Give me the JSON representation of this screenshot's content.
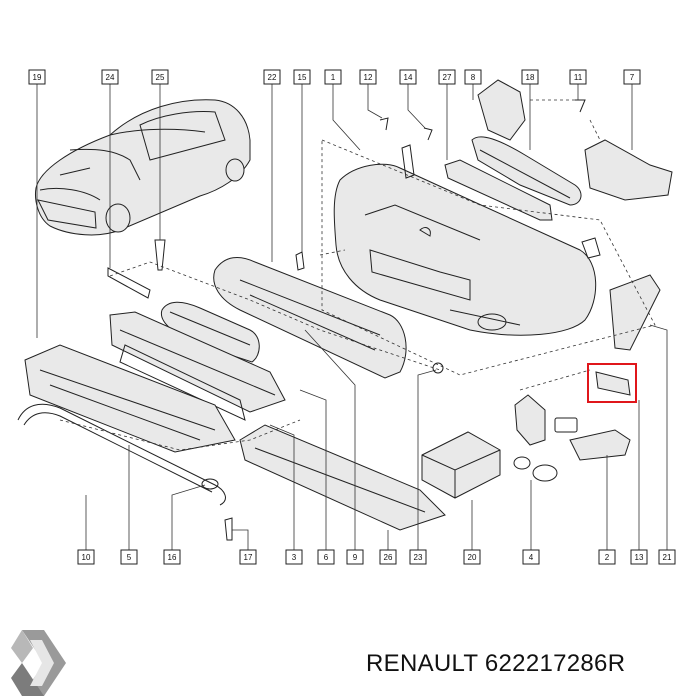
{
  "labels": {
    "top": [
      "19",
      "24",
      "25",
      "22",
      "15",
      "1",
      "12",
      "14",
      "27",
      "8",
      "18",
      "11",
      "7"
    ],
    "bottom": [
      "10",
      "5",
      "16",
      "17",
      "3",
      "6",
      "9",
      "26",
      "23",
      "20",
      "4",
      "2",
      "13",
      "21"
    ]
  },
  "caption": {
    "brand": "RENAULT",
    "part_number": "622217286R"
  },
  "highlight_color": "#e0161b"
}
